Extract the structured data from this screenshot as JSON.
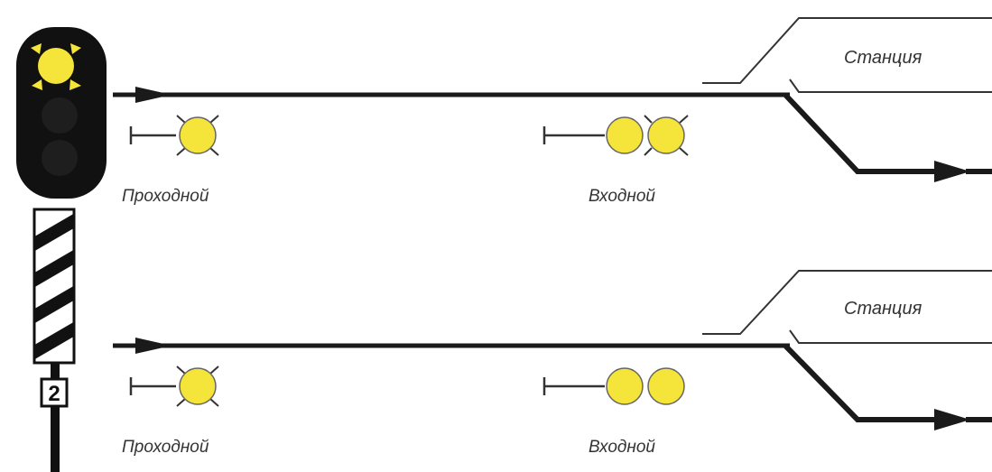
{
  "colors": {
    "signal_lit": "#f5e53a",
    "signal_outline": "#2a2a2a",
    "track": "#1a1a1a",
    "station_line": "#333333",
    "mast_body": "#111111",
    "label_text": "#333333"
  },
  "schemes": [
    {
      "station_label": "Станция",
      "passing_signal": {
        "label": "Проходной",
        "lights": 1,
        "flashing": true
      },
      "entry_signal": {
        "label": "Входной",
        "lights": 2,
        "flashing": true
      }
    },
    {
      "station_label": "Станция",
      "passing_signal": {
        "label": "Проходной",
        "lights": 1,
        "flashing": true
      },
      "entry_signal": {
        "label": "Входной",
        "lights": 2,
        "flashing": false
      }
    }
  ],
  "mast": {
    "plate_number": "2",
    "main_light": "yellow",
    "flashing": true
  }
}
